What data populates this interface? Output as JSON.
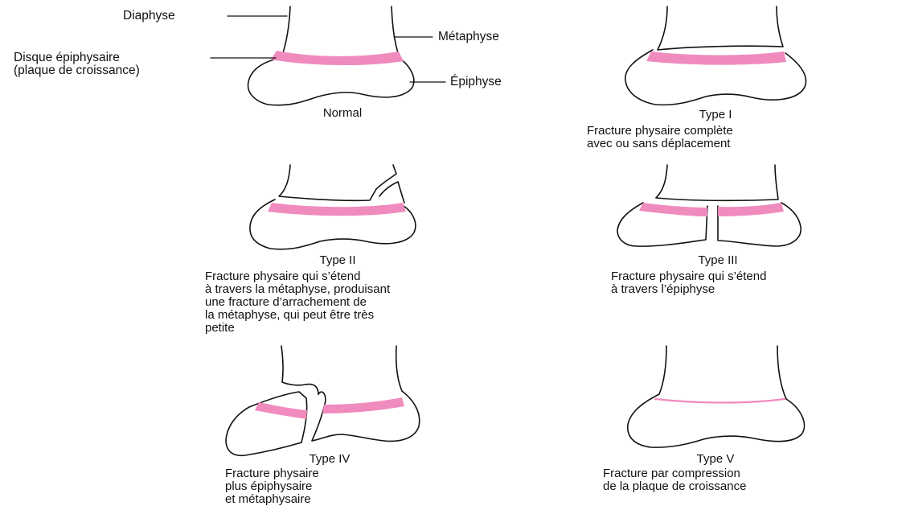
{
  "labels": {
    "diaphyse": "Diaphyse",
    "metaphyse": "Métaphyse",
    "disque_line1": "Disque épiphysaire",
    "disque_line2": "(plaque de croissance)",
    "epiphyse": "Épiphyse"
  },
  "panels": {
    "normal": {
      "title": "Normal"
    },
    "type1": {
      "title": "Type I",
      "desc": [
        "Fracture physaire complète",
        "avec ou sans déplacement"
      ]
    },
    "type2": {
      "title": "Type II",
      "desc": [
        "Fracture physaire qui s’étend",
        "à travers la métaphyse, produisant",
        "une fracture d’arrachement de",
        "la métaphyse, qui peut être très",
        "petite"
      ]
    },
    "type3": {
      "title": "Type III",
      "desc": [
        "Fracture physaire qui s’étend",
        "à travers l’épiphyse"
      ]
    },
    "type4": {
      "title": "Type IV",
      "desc": [
        "Fracture physaire",
        "plus épiphysaire",
        "et métaphysaire"
      ]
    },
    "type5": {
      "title": "Type V",
      "desc": [
        "Fracture par compression",
        "de la plaque de croissance"
      ]
    }
  },
  "colors": {
    "growth_plate": "#f08bbd",
    "outline": "#111111",
    "background": "#ffffff"
  }
}
